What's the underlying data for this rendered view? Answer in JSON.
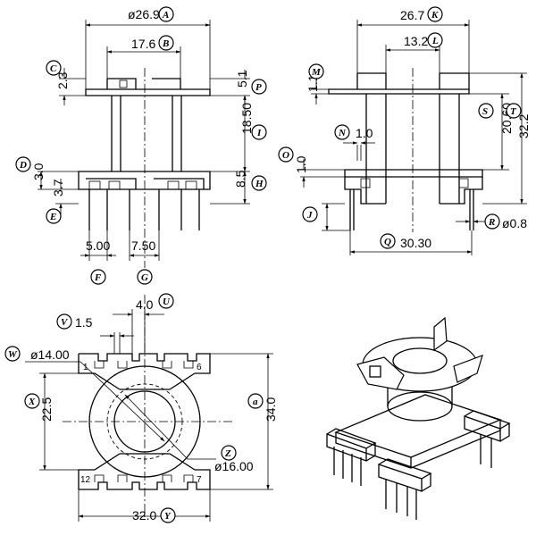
{
  "front_view": {
    "dims": {
      "A": "ø26.9",
      "B": "17.6",
      "C": "2.3",
      "P": "5.1",
      "I": "18.50",
      "H": "8.5",
      "D": "3.0",
      "E": "3.7",
      "F": "5.00",
      "G": "7.50"
    }
  },
  "side_view": {
    "dims": {
      "K": "26.7",
      "L": "13.2",
      "M": "1.1",
      "S": "20.60",
      "T": "32.2",
      "N": "1.0",
      "O": "1.0",
      "J": "",
      "R": "ø0.8",
      "Q": "30.30"
    }
  },
  "bottom_view": {
    "dims": {
      "U": "4.0",
      "V": "1.5",
      "W": "ø14.00",
      "X": "22.5",
      "a": "34.0",
      "Z": "ø16.00",
      "Y": "32.0"
    },
    "pin_numbers": {
      "p1": "1",
      "p6": "6",
      "p12": "12",
      "p7": "7"
    }
  },
  "letters": [
    "A",
    "B",
    "C",
    "P",
    "I",
    "H",
    "D",
    "E",
    "F",
    "G",
    "K",
    "L",
    "M",
    "S",
    "T",
    "N",
    "O",
    "J",
    "R",
    "Q",
    "U",
    "V",
    "W",
    "X",
    "a",
    "Z",
    "Y"
  ]
}
